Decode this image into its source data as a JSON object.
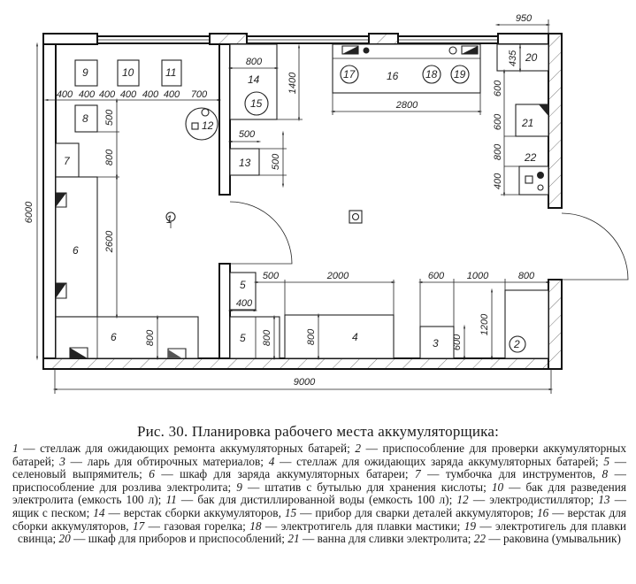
{
  "plan": {
    "items": [
      "1",
      "2",
      "3",
      "4",
      "5",
      "5",
      "6",
      "6",
      "7",
      "8",
      "9",
      "10",
      "11",
      "12",
      "13",
      "14",
      "15",
      "16",
      "17",
      "18",
      "19",
      "20",
      "21",
      "22"
    ],
    "dims": {
      "top_950": "950",
      "w14_800": "800",
      "h14_1400": "1400",
      "w16_2800": "2800",
      "h20_435": "435",
      "r_600a": "600",
      "r_600b": "600",
      "r_800": "800",
      "r_400": "400",
      "row_400a": "400",
      "row_400b": "400",
      "row_400c": "400",
      "row_400d": "400",
      "row_400e": "400",
      "row_400f": "400",
      "row_700": "700",
      "h8_500": "500",
      "h7_800": "800",
      "h6_2600": "2600",
      "room_6000": "6000",
      "w13_500": "500",
      "h13_500": "500",
      "b_500": "500",
      "b_2000": "2000",
      "b5_400": "400",
      "b5_800": "800",
      "b4_800": "800",
      "b6_800": "800",
      "b_600": "600",
      "b_1000": "1000",
      "b_800": "800",
      "b3_600": "600",
      "b1_1200": "1200",
      "room_9000": "9000"
    }
  },
  "caption": {
    "title": "Рис. 30. Планировка рабочего места аккумуляторщика:",
    "legend": [
      {
        "num": "1",
        "text": "стеллаж для ожидающих ремонта аккумуляторных батарей;"
      },
      {
        "num": "2",
        "text": "приспособление для проверки аккумуляторных батарей;"
      },
      {
        "num": "3",
        "text": "ларь для обтирочных материалов;"
      },
      {
        "num": "4",
        "text": "стеллаж для ожидающих заряда аккумуляторных батарей;"
      },
      {
        "num": "5",
        "text": "селеновый выпрямитель;"
      },
      {
        "num": "6",
        "text": "шкаф для заряда аккумуляторных батареи;"
      },
      {
        "num": "7",
        "text": "тумбочка для инструментов,"
      },
      {
        "num": "8",
        "text": "приспособление для розлива электролита;"
      },
      {
        "num": "9",
        "text": "штатив с бутылью для хранения кислоты;"
      },
      {
        "num": "10",
        "text": "бак для разведения электролита (емкость 100 л);"
      },
      {
        "num": "11",
        "text": "бак для дистиллированной воды (емкость 100 л);"
      },
      {
        "num": "12",
        "text": "электродистиллятор;"
      },
      {
        "num": "13",
        "text": "ящик с песком;"
      },
      {
        "num": "14",
        "text": "верстак сборки аккумуляторов,"
      },
      {
        "num": "15",
        "text": "прибор для сварки деталей аккумуляторов;"
      },
      {
        "num": "16",
        "text": "верстак для сборки аккумуляторов,"
      },
      {
        "num": "17",
        "text": "газовая горелка;"
      },
      {
        "num": "18",
        "text": "электротигель для плавки мастики;"
      },
      {
        "num": "19",
        "text": "электротигель для плавки свинца;"
      },
      {
        "num": "20",
        "text": "шкаф для приборов и приспособлений;"
      },
      {
        "num": "21",
        "text": "ванна для сливки электролита;"
      },
      {
        "num": "22",
        "text": "раковина (умывальник)"
      }
    ]
  }
}
